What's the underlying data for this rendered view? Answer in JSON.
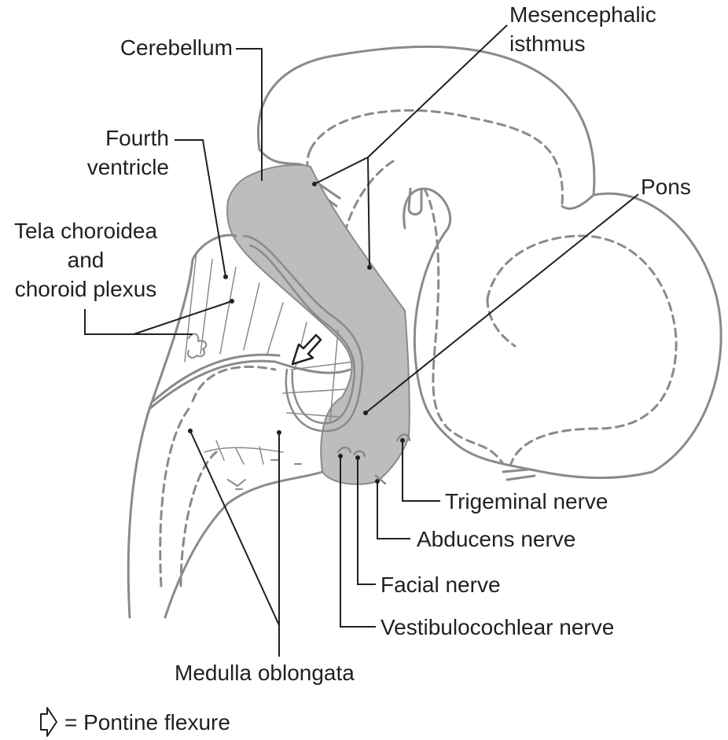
{
  "title": "Hindbrain development diagram",
  "colors": {
    "shade": "#bdbdbe",
    "outline": "#8a8a8a",
    "leader": "#231f20"
  },
  "labels": {
    "cerebellum": "Cerebellum",
    "mesencephalic_isthmus": [
      "Mesencephalic",
      "isthmus"
    ],
    "fourth_ventricle": [
      "Fourth",
      "ventricle"
    ],
    "tela_choroidea": [
      "Tela choroidea",
      "and",
      "choroid plexus"
    ],
    "pons": "Pons",
    "trigeminal_nerve": "Trigeminal nerve",
    "abducens_nerve": "Abducens nerve",
    "facial_nerve": "Facial nerve",
    "vestibulocochlear_nerve": "Vestibulocochlear nerve",
    "medulla_oblongata": "Medulla oblongata"
  },
  "legend": {
    "icon": "outline-arrow-icon",
    "text": "= Pontine flexure"
  }
}
